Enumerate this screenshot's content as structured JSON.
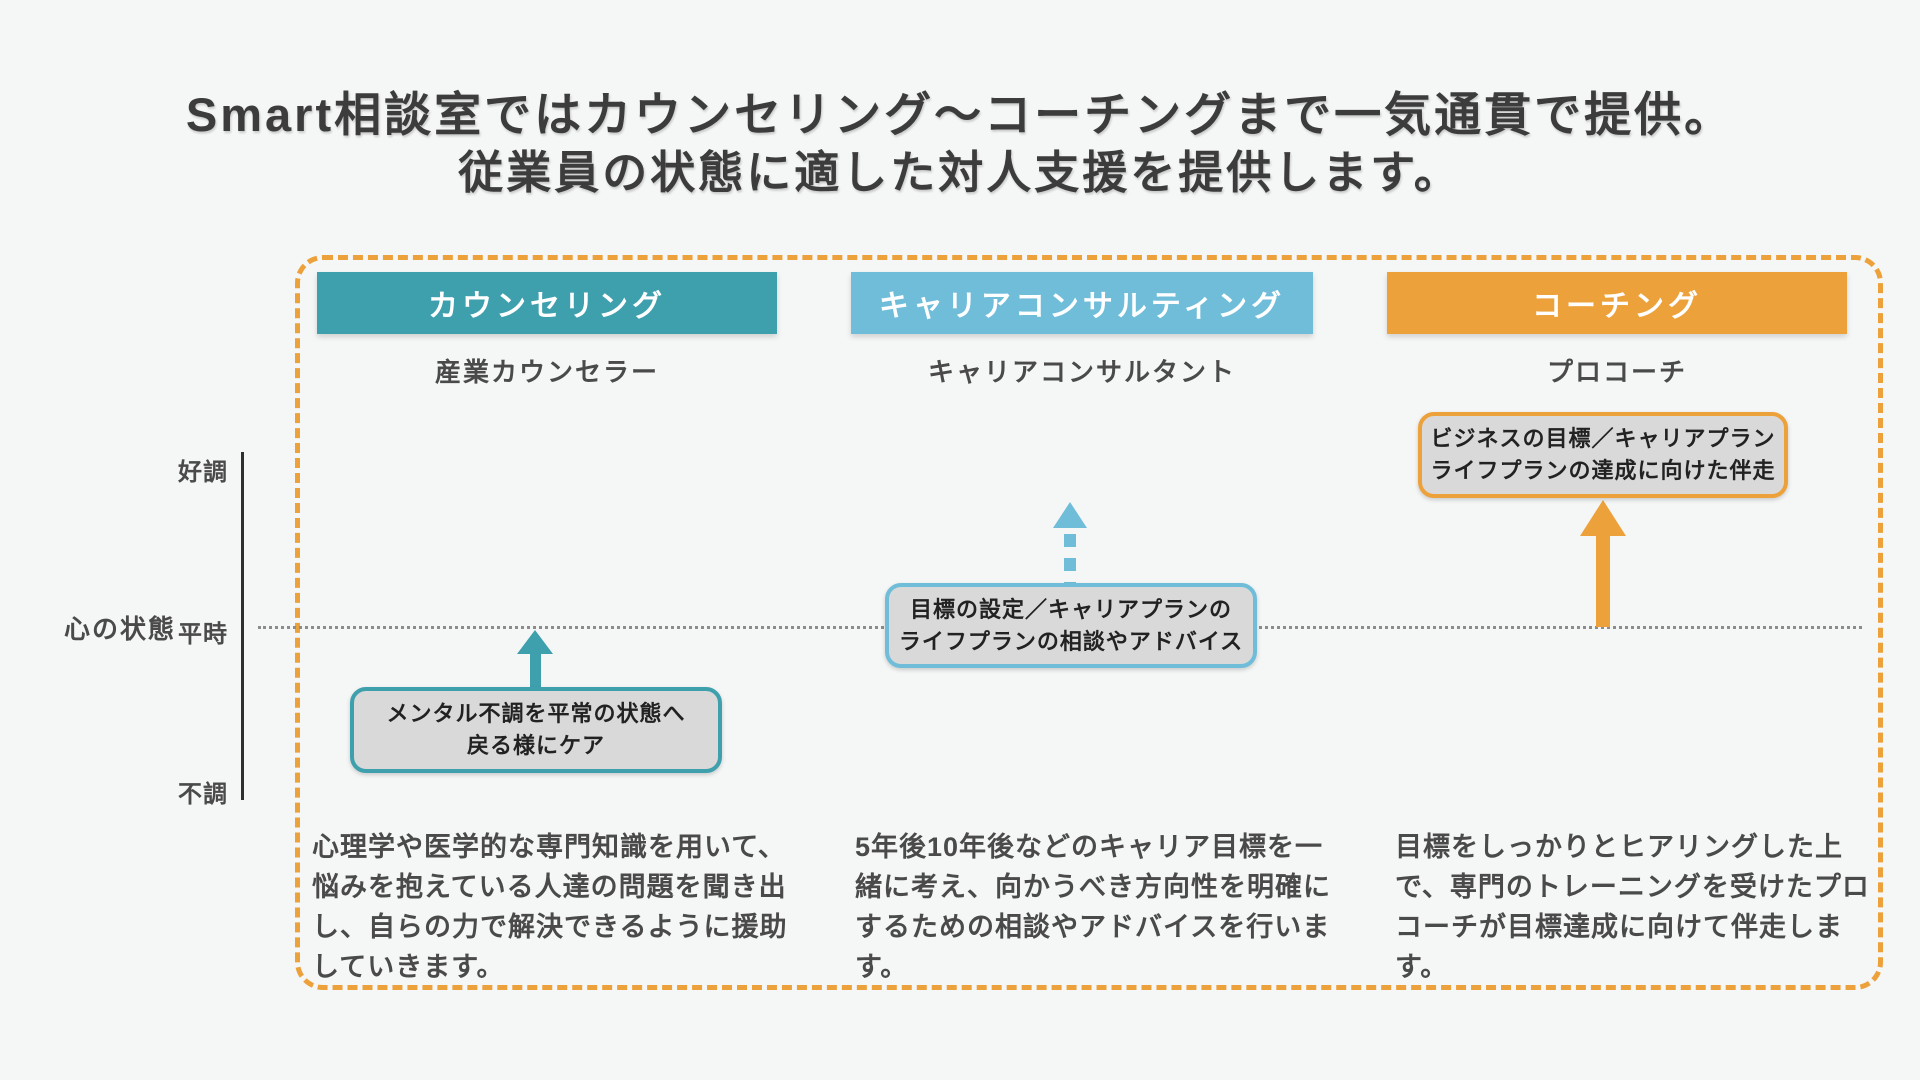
{
  "title": {
    "line1": "Smart相談室ではカウンセリング～コーチングまで一気通貫で提供。",
    "line2": "従業員の状態に適した対人支援を提供します。"
  },
  "columns": [
    {
      "header": "カウンセリング",
      "provider": "産業カウンセラー",
      "callout_line1": "メンタル不調を平常の状態へ",
      "callout_line2": "戻る様にケア",
      "arrow_style": "solid-up-to-baseline",
      "accent_color": "#3e9fad",
      "description": "心理学や医学的な専門知識を用いて、悩みを抱えている人達の問題を聞き出し、自らの力で解決できるように援助していきます。"
    },
    {
      "header": "キャリアコンサルティング",
      "provider": "キャリアコンサルタント",
      "callout_line1": "目標の設定／キャリアプランの",
      "callout_line2": "ライフプランの相談やアドバイス",
      "arrow_style": "dashed-up-above-baseline",
      "accent_color": "#6fbdd9",
      "description": "5年後10年後などのキャリア目標を一緒に考え、向かうべき方向性を明確にするための相談やアドバイスを行います。"
    },
    {
      "header": "コーチング",
      "provider": "プロコーチ",
      "callout_line1": "ビジネスの目標／キャリアプラン",
      "callout_line2": "ライフプランの達成に向けた伴走",
      "arrow_style": "solid-up-from-baseline",
      "accent_color": "#eda13b",
      "description": "目標をしっかりとヒアリングした上で、専門のトレーニングを受けたプロコーチが目標達成に向けて伴走します。"
    }
  ],
  "axis": {
    "side_label": "心の状態",
    "tick_top": "好調",
    "tick_middle": "平時",
    "tick_bottom": "不調"
  },
  "colors": {
    "bg": "#f5f6f6",
    "teal": "#3e9fad",
    "blue": "#6fbdd9",
    "orange": "#eda13b",
    "grey-fill": "#d9d9d9",
    "title": "#3c3c3c",
    "body": "#4a4a4a",
    "axis": "#2f2f2f",
    "dotted": "#8c8c8c"
  }
}
